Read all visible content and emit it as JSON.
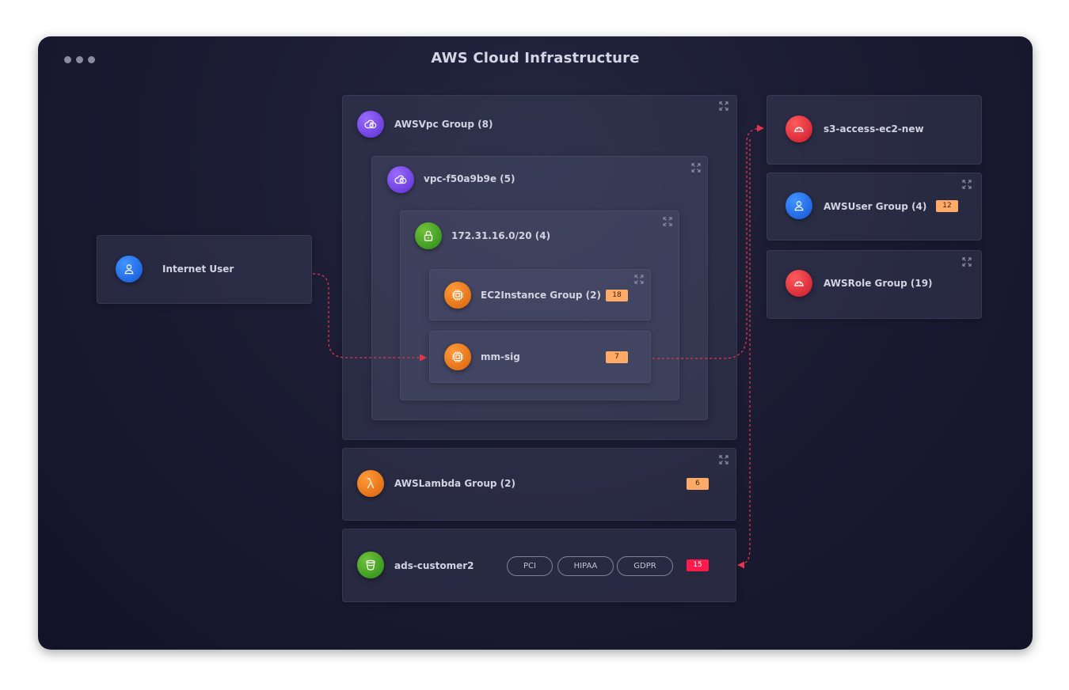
{
  "window": {
    "title": "AWS Cloud Infrastructure"
  },
  "colors": {
    "edge": "#e0384a",
    "badge_orange": "#ffaa66",
    "badge_red": "#ff1b4a"
  },
  "nodes": {
    "internet_user": {
      "label": "Internet User",
      "icon": "user-icon"
    },
    "vpc_group": {
      "label": "AWSVpc Group (8)",
      "icon": "vpc-cloud-icon"
    },
    "vpc": {
      "label": "vpc-f50a9b9e (5)",
      "icon": "vpc-cloud-icon"
    },
    "subnet": {
      "label": "172.31.16.0/20 (4)",
      "icon": "lock-icon"
    },
    "ec2_group": {
      "label": "EC2Instance Group (2)",
      "icon": "chip-icon",
      "badge": "18"
    },
    "mm_sig": {
      "label": "mm-sig",
      "icon": "chip-icon",
      "badge": "7"
    },
    "lambda_group": {
      "label": "AWSLambda Group (2)",
      "icon": "lambda-icon",
      "badge": "6"
    },
    "ads_customer2": {
      "label": "ads-customer2",
      "icon": "bucket-icon",
      "badge": "15",
      "tags": [
        "PCI",
        "HIPAA",
        "GDPR"
      ]
    },
    "s3_access": {
      "label": "s3-access-ec2-new",
      "icon": "role-hardhat-icon"
    },
    "user_group": {
      "label": "AWSUser Group (4)",
      "icon": "user-icon",
      "badge": "12"
    },
    "role_group": {
      "label": "AWSRole Group (19)",
      "icon": "role-hardhat-icon"
    }
  }
}
